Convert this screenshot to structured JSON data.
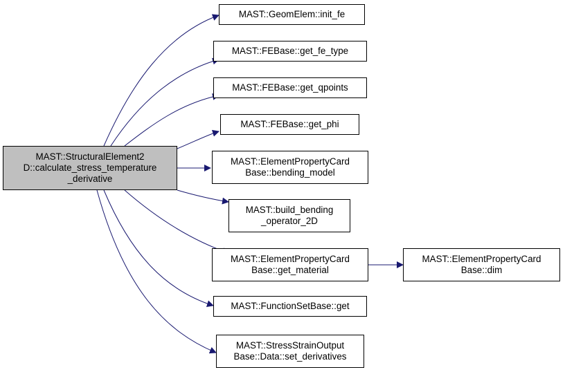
{
  "diagram": {
    "root": {
      "lines": [
        "MAST::StructuralElement2",
        "D::calculate_stress_temperature",
        "_derivative"
      ]
    },
    "callees": [
      {
        "lines": [
          "MAST::GeomElem::init_fe"
        ]
      },
      {
        "lines": [
          "MAST::FEBase::get_fe_type"
        ]
      },
      {
        "lines": [
          "MAST::FEBase::get_qpoints"
        ]
      },
      {
        "lines": [
          "MAST::FEBase::get_phi"
        ]
      },
      {
        "lines": [
          "MAST::ElementPropertyCard",
          "Base::bending_model"
        ]
      },
      {
        "lines": [
          "MAST::build_bending",
          "_operator_2D"
        ]
      },
      {
        "lines": [
          "MAST::ElementPropertyCard",
          "Base::get_material"
        ]
      },
      {
        "lines": [
          "MAST::FunctionSetBase::get"
        ]
      },
      {
        "lines": [
          "MAST::StressStrainOutput",
          "Base::Data::set_derivatives"
        ]
      }
    ],
    "secondary": {
      "lines": [
        "MAST::ElementPropertyCard",
        "Base::dim"
      ]
    },
    "edge_color": "#191970",
    "root_fill": "#bfbfbf"
  }
}
